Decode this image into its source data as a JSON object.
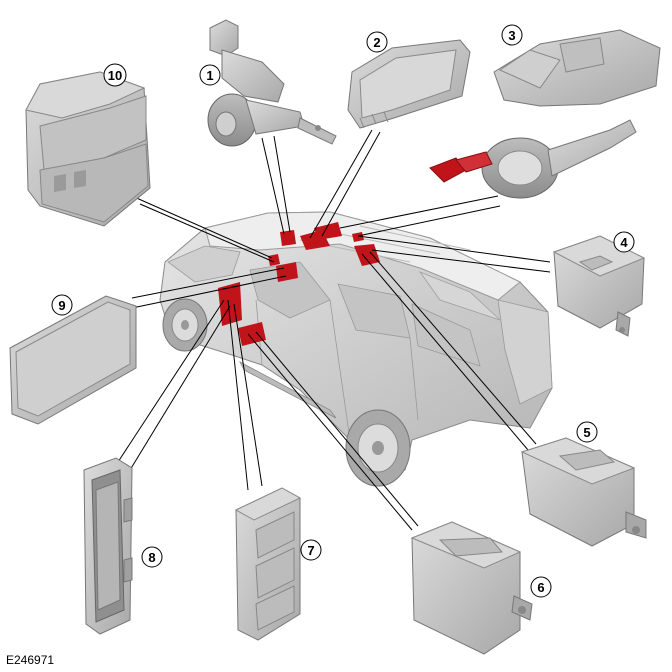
{
  "figure": {
    "id": "E246971",
    "callouts": [
      "1",
      "2",
      "3",
      "4",
      "5",
      "6",
      "7",
      "8",
      "9",
      "10"
    ]
  },
  "colors": {
    "component_fill": "#c9c9c9",
    "component_shadow": "#9e9e9e",
    "highlight": "#c0141a",
    "leader_line": "#000000"
  }
}
